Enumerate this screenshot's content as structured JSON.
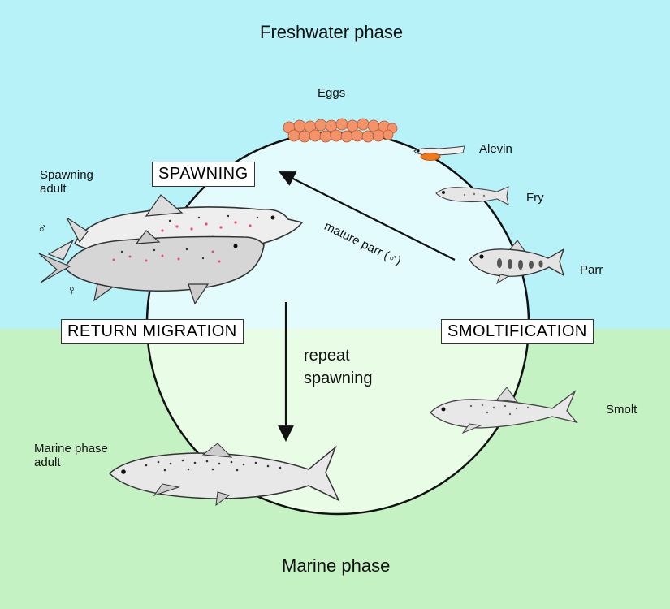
{
  "colors": {
    "freshwater_bg": "#b8f2f9",
    "marine_bg": "#c5f2c2",
    "circle_fill_top": "#e3fbfd",
    "circle_fill_bottom": "#e8fce6",
    "eggs": "#f4936a",
    "spots_spawning": "#e8506e",
    "yolk_sac": "#f07a1a"
  },
  "phases": {
    "freshwater": "Freshwater phase",
    "marine": "Marine phase"
  },
  "stages": {
    "eggs": "Eggs",
    "alevin": "Alevin",
    "fry": "Fry",
    "parr": "Parr",
    "smolt": "Smolt",
    "marine_adult": "Marine phase\nadult",
    "spawning_adult": "Spawning\nadult",
    "male_symbol": "♂",
    "female_symbol": "♀"
  },
  "boxes": {
    "spawning": "SPAWNING",
    "return_migration": "RETURN MIGRATION",
    "smoltification": "SMOLTIFICATION"
  },
  "arrows": {
    "mature_parr": "mature parr (♂)",
    "repeat_spawning": "repeat\nspawning"
  },
  "icons": [
    "eggs-icon",
    "alevin-icon",
    "fry-icon",
    "parr-icon",
    "smolt-icon",
    "marine-adult-fish-icon",
    "spawning-male-fish-icon",
    "spawning-female-fish-icon"
  ]
}
